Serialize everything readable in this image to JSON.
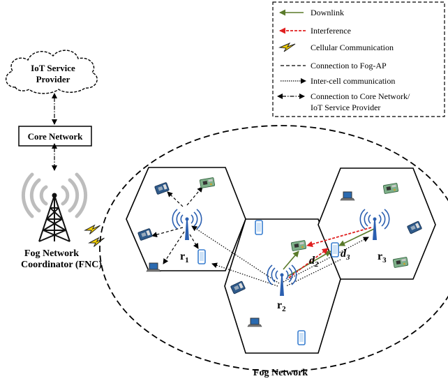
{
  "legend": {
    "downlink": "Downlink",
    "interference": "Interference",
    "cellular": "Cellular Communication",
    "fog_ap": "Connection to Fog-AP",
    "inter_cell": "Inter-cell communication",
    "core_line1": "Connection to Core Network/",
    "core_line2": "IoT Service Provider"
  },
  "iot_provider": {
    "line1": "IoT Service",
    "line2": "Provider"
  },
  "core_network": "Core Network",
  "fnc": {
    "line1": "Fog Network",
    "line2": "Coordinator (FNC)"
  },
  "fog_network": "Fog Network",
  "nodes": {
    "r1": {
      "base": "r",
      "sub": "1"
    },
    "r2": {
      "base": "r",
      "sub": "2"
    },
    "r3": {
      "base": "r",
      "sub": "3"
    },
    "d2": {
      "base": "d",
      "sub": "2"
    },
    "d3": {
      "base": "d",
      "sub": "3"
    }
  },
  "colors": {
    "downlink": "#5a7a2a",
    "interference": "#e02020",
    "tower_blue": "#2b5fb0",
    "lightning": "#f4d000",
    "board_green": "#7fb08a",
    "board_blue": "#2f5a8a",
    "phone": "#3a7fd0"
  },
  "icons": [
    "cloud-icon",
    "cell-tower-icon",
    "lightning-icon",
    "access-point-icon",
    "iot-board-icon",
    "laptop-icon",
    "smartphone-icon"
  ]
}
